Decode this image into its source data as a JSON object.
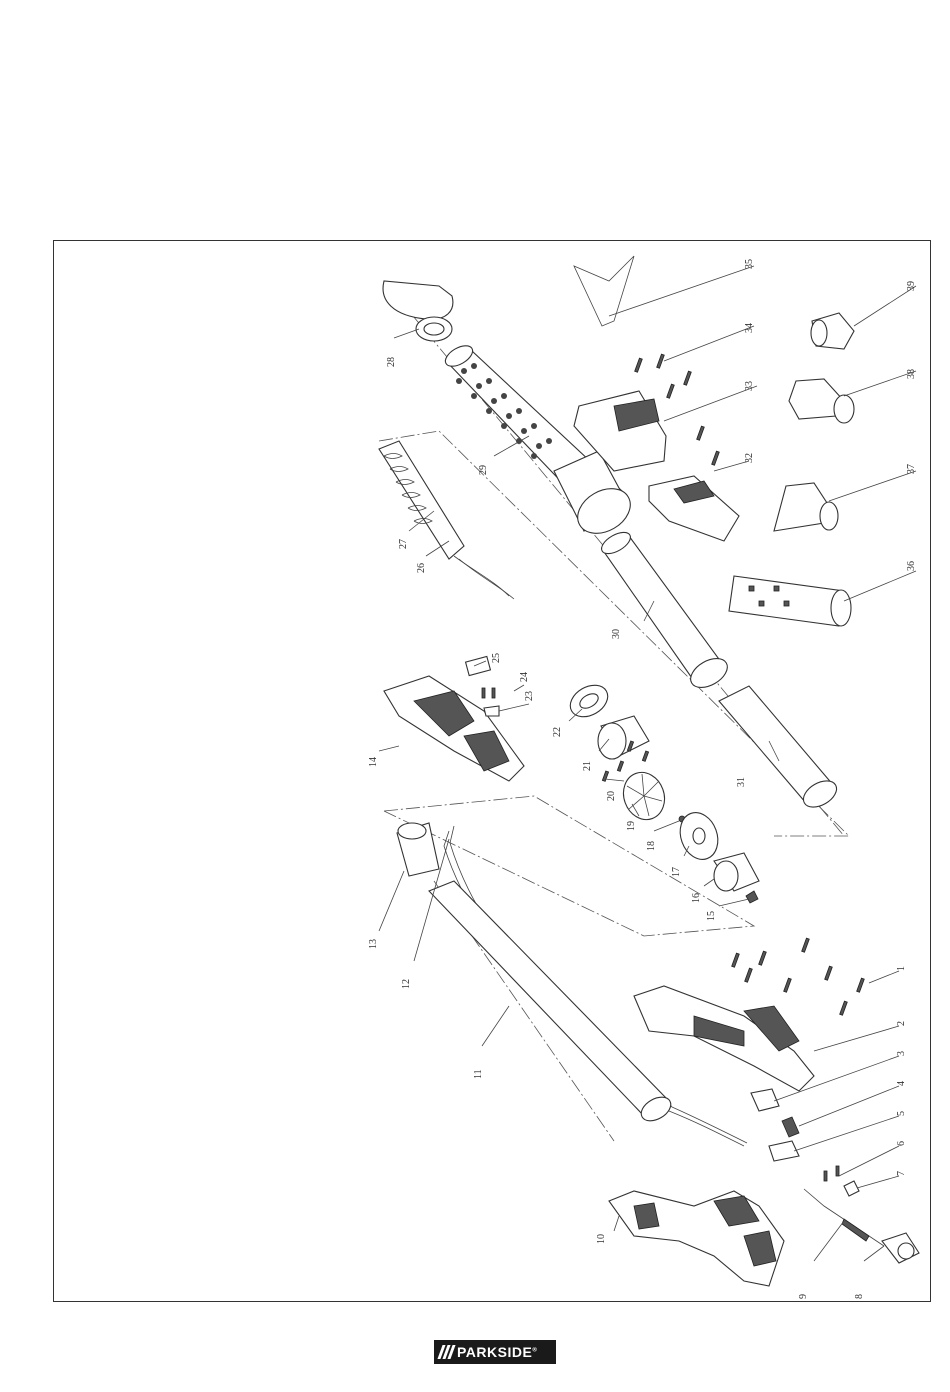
{
  "diagram": {
    "part_numbers": [
      "1",
      "2",
      "3",
      "4",
      "5",
      "6",
      "7",
      "8",
      "9",
      "10",
      "11",
      "12",
      "13",
      "14",
      "15",
      "16",
      "17",
      "18",
      "19",
      "20",
      "21",
      "22",
      "23",
      "24",
      "25",
      "26",
      "27",
      "28",
      "29",
      "30",
      "31",
      "32",
      "33",
      "34",
      "35",
      "36",
      "37",
      "38",
      "39"
    ]
  },
  "footer": {
    "brand_name": "PARKSIDE",
    "brand_mark": "®"
  }
}
